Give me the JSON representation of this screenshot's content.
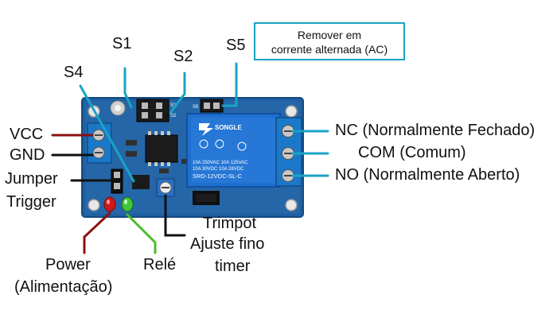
{
  "title_note": {
    "line1": "Remover em",
    "line2": "corrente alternada (AC)"
  },
  "labels": {
    "s1": "S1",
    "s2": "S2",
    "s4": "S4",
    "s5": "S5",
    "vcc": "VCC",
    "gnd": "GND",
    "jumper_trigger_line1": "Jumper",
    "jumper_trigger_line2": "Trigger",
    "nc": "NC (Normalmente Fechado)",
    "com": "COM (Comum)",
    "no": "NO (Normalmente Aberto)",
    "trimpot_line1": "Trimpot",
    "trimpot_line2": "Ajuste fino",
    "trimpot_line3": "timer",
    "power_line1": "Power",
    "power_line2": "(Alimentação)",
    "rele": "Relé"
  },
  "board_text": {
    "relay_brand": "SONGLE",
    "relay_ratings_1": "10A 250VAC 10A 125VAC",
    "relay_ratings_2": "10A  30VDC 10A  28VDC",
    "relay_model": "SRD-12VDC-SL-C",
    "silk_s5": "S5",
    "silk_s1": "S1",
    "silk_s2": "S2"
  },
  "colors": {
    "board": "#1e5fa0",
    "relay": "#1f6fd0",
    "callout_line": "#1aa3c4",
    "vcc_line": "#8b1010",
    "power_line": "#8b1010",
    "rele_line": "#48c02a",
    "black_line": "#111111"
  }
}
